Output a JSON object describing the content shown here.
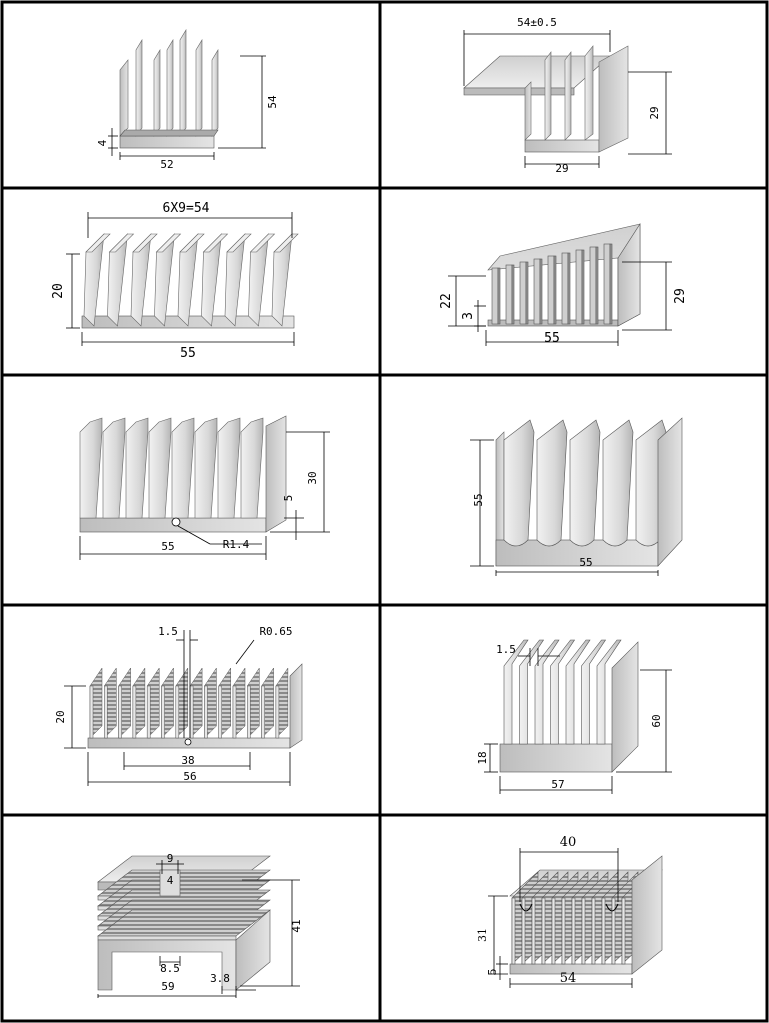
{
  "panels": [
    {
      "id": "p1",
      "dims": {
        "height": "54",
        "width": "52",
        "base": "4"
      }
    },
    {
      "id": "p2",
      "dims": {
        "top": "54±0.5",
        "height": "29",
        "width": "29"
      }
    },
    {
      "id": "p3",
      "dims": {
        "top": "6X9=54",
        "height": "20",
        "width": "55"
      }
    },
    {
      "id": "p4",
      "dims": {
        "left_outer": "22",
        "left_inner": "3",
        "height": "29",
        "width": "55"
      }
    },
    {
      "id": "p5",
      "dims": {
        "height": "30",
        "base": "5",
        "width": "55",
        "radius": "R1.4"
      }
    },
    {
      "id": "p6",
      "dims": {
        "height": "55",
        "width": "55"
      }
    },
    {
      "id": "p7",
      "dims": {
        "fin": "1.5",
        "radius": "R0.65",
        "height": "20",
        "inner": "38",
        "width": "56"
      }
    },
    {
      "id": "p8",
      "dims": {
        "fin": "1.5",
        "height": "60",
        "base": "18",
        "width": "57"
      }
    },
    {
      "id": "p9",
      "dims": {
        "slot": "9",
        "tab": "4",
        "height": "41",
        "inner": "8.5",
        "foot": "3.8",
        "width": "59"
      }
    },
    {
      "id": "p10",
      "dims": {
        "top": "40",
        "height": "31",
        "base": "5",
        "width": "54"
      }
    }
  ],
  "colors": {
    "metal_light": "#e2e2e2",
    "metal_mid": "#c6c6c6",
    "metal_dark": "#9c9c9c",
    "border": "#000000"
  }
}
